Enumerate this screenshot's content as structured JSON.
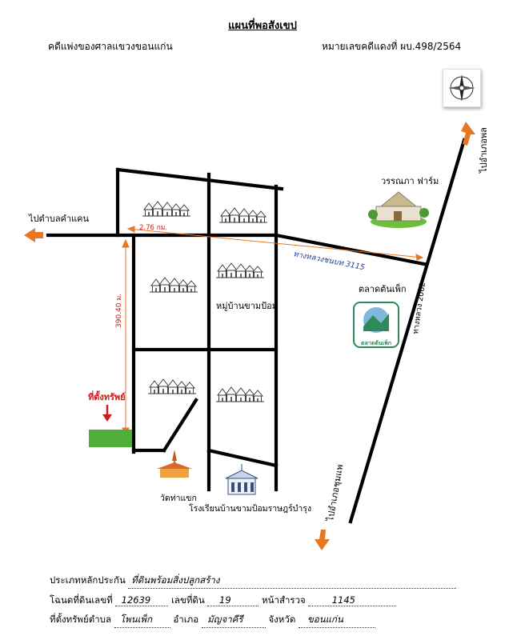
{
  "header": {
    "title": "แผนที่พอสังเขป",
    "court": "คดีแพ่งของศาลแขวงขอนแก่น",
    "case_no": "หมายเลขคดีแดงที่ ผบ.498/2564"
  },
  "map": {
    "labels": {
      "to_khamkaen": "ไปตำบลคำแคน",
      "to_phon": "ไปอำเภอพล",
      "to_chum_phae": "ไปอำเภอชุมแพ",
      "road_3115": "ทางหลวงชนบท 3115",
      "road_2062": "ทางหลวง 2062",
      "distance_h": "2.76 กม.",
      "distance_v": "390.40 ม.",
      "property": "ที่ตั้งทรัพย์",
      "farm": "วรรณภา ฟาร์ม",
      "market": "ตลาดต้นเพ็ก",
      "market_logo": "ตลาดต้นเพ็ก",
      "village": "หมู่บ้านขามป้อม",
      "temple": "วัดท่าแขก",
      "school": "โรงเรียนบ้านขามป้อมราษฎร์บำรุง"
    },
    "colors": {
      "road": "#000000",
      "arrow": "#e87722",
      "measure": "#e87722",
      "measure_text": "#d11a1a",
      "property_marker": "#d11a1a",
      "property_block": "#4fae3a",
      "road_label": "#1f3f99"
    },
    "icons": [
      "compass-icon",
      "house-cluster-icon",
      "farm-icon",
      "market-logo-icon",
      "temple-icon",
      "school-icon"
    ]
  },
  "footer": {
    "row1_label": "ประเภทหลักประกัน",
    "row1_value": "ที่ดินพร้อมสิ่งปลูกสร้าง",
    "row2_label1": "โฉนดที่ดินเลขที่",
    "row2_value1": "12639",
    "row2_label2": "เลขที่ดิน",
    "row2_value2": "19",
    "row2_label3": "หน้าสำรวจ",
    "row2_value3": "1145",
    "row3_label1": "ที่ตั้งทรัพย์ตำบล",
    "row3_value1": "โพนเพ็ก",
    "row3_label2": "อำเภอ",
    "row3_value2": "มัญจาคีรี",
    "row3_label3": "จังหวัด",
    "row3_value3": "ขอนแก่น"
  }
}
